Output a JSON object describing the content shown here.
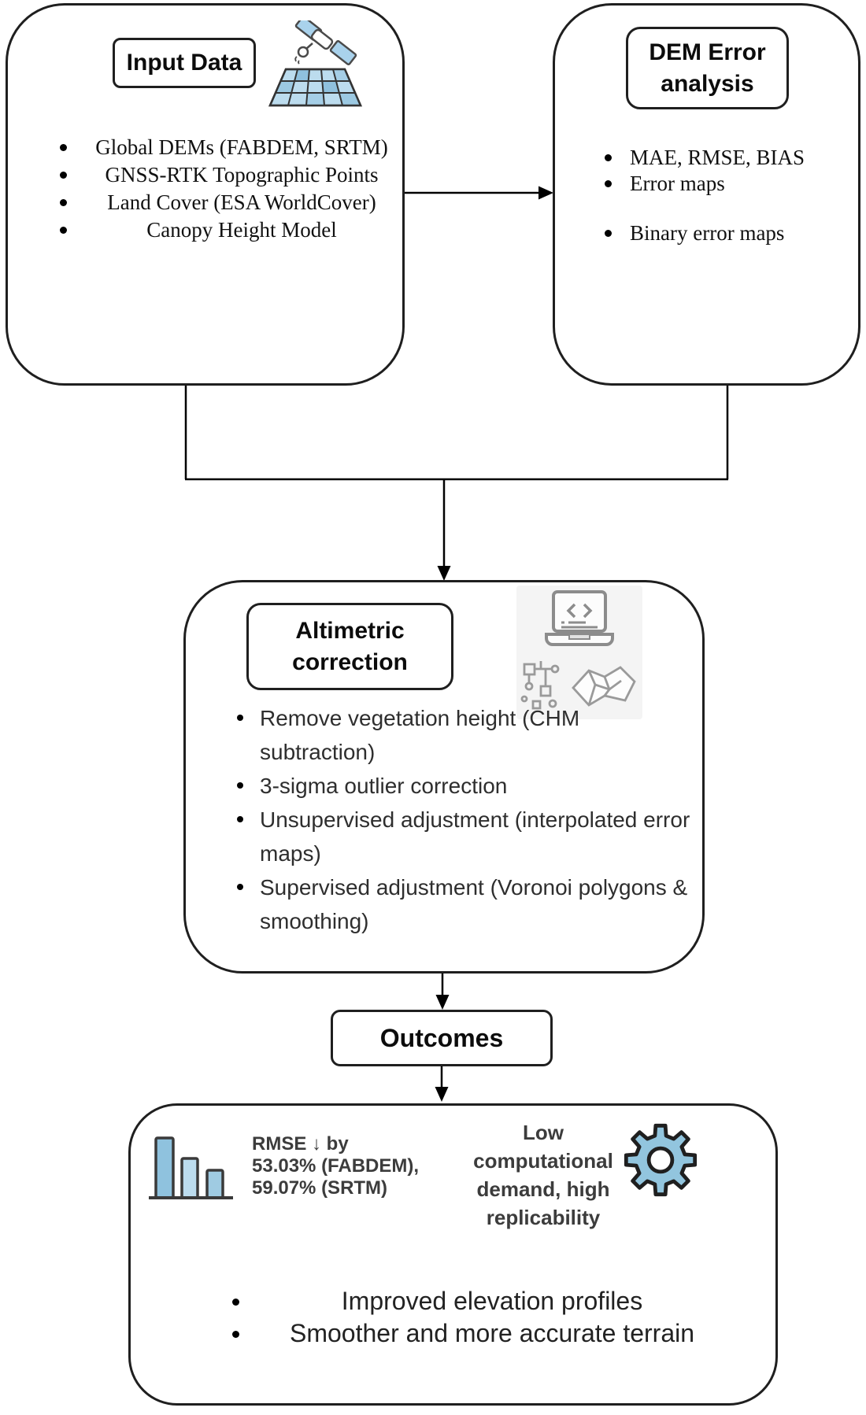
{
  "diagram": {
    "input_box": {
      "title": "Input Data",
      "items": [
        "Global DEMs (FABDEM, SRTM)",
        "GNSS-RTK Topographic Points",
        "Land Cover (ESA WorldCover)",
        "Canopy Height Model"
      ]
    },
    "dem_error_box": {
      "title": "DEM Error analysis",
      "items": [
        "MAE, RMSE, BIAS",
        "Error maps",
        "Binary error maps"
      ]
    },
    "altimetric_box": {
      "title": "Altimetric correction",
      "items": [
        "Remove vegetation height (CHM subtraction)",
        "3-sigma outlier correction",
        "Unsupervised adjustment (interpolated error maps)",
        "Supervised adjustment (Voronoi polygons & smoothing)"
      ]
    },
    "outcomes_box": {
      "title": "Outcomes"
    },
    "results_box": {
      "rmse_stat": "RMSE ↓ by\n53.03% (FABDEM),\n59.07% (SRTM)",
      "efficiency_note": "Low\ncomputational\ndemand, high\nreplicability",
      "items": [
        "Improved elevation profiles",
        "Smoother and more accurate terrain"
      ]
    },
    "icons": {
      "input": "satellite-over-field-icon",
      "altimetric": "laptop-code-circuit-terrain-icon",
      "results_left": "bar-chart-icon",
      "results_right": "gear-icon"
    },
    "colors": {
      "accent_blue": "#92c5de",
      "bar_light": "#bcdcee",
      "icon_gray": "#8c8c8c",
      "line_black": "#1f1f1f"
    }
  }
}
